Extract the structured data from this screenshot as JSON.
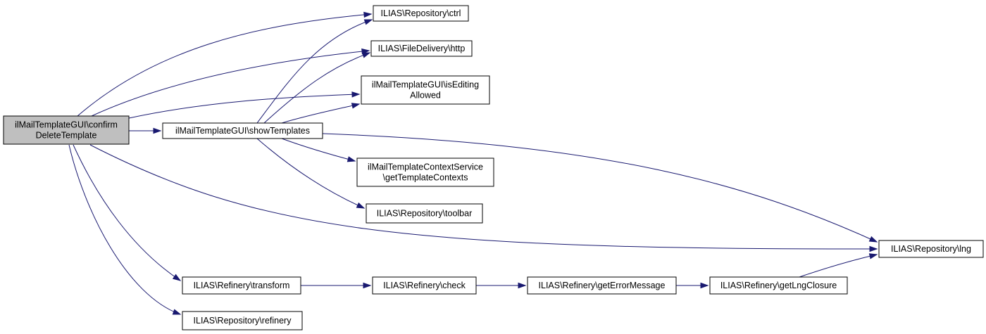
{
  "graph": {
    "nodes": {
      "root": [
        "ilMailTemplateGUI\\confirm",
        "DeleteTemplate"
      ],
      "ctrl": [
        "ILIAS\\Repository\\ctrl"
      ],
      "http": [
        "ILIAS\\FileDelivery\\http"
      ],
      "isEditing": [
        "ilMailTemplateGUI\\isEditing",
        "Allowed"
      ],
      "showTemplates": [
        "ilMailTemplateGUI\\showTemplates"
      ],
      "getTemplateContexts": [
        "ilMailTemplateContextService",
        "\\getTemplateContexts"
      ],
      "toolbar": [
        "ILIAS\\Repository\\toolbar"
      ],
      "lng": [
        "ILIAS\\Repository\\lng"
      ],
      "transform": [
        "ILIAS\\Refinery\\transform"
      ],
      "check": [
        "ILIAS\\Refinery\\check"
      ],
      "getErrorMessage": [
        "ILIAS\\Refinery\\getErrorMessage"
      ],
      "getLngClosure": [
        "ILIAS\\Refinery\\getLngClosure"
      ],
      "refinery": [
        "ILIAS\\Repository\\refinery"
      ]
    },
    "edges": [
      [
        "root",
        "ctrl"
      ],
      [
        "root",
        "http"
      ],
      [
        "root",
        "isEditing"
      ],
      [
        "root",
        "showTemplates"
      ],
      [
        "root",
        "lng"
      ],
      [
        "root",
        "transform"
      ],
      [
        "root",
        "refinery"
      ],
      [
        "showTemplates",
        "ctrl"
      ],
      [
        "showTemplates",
        "http"
      ],
      [
        "showTemplates",
        "isEditing"
      ],
      [
        "showTemplates",
        "getTemplateContexts"
      ],
      [
        "showTemplates",
        "toolbar"
      ],
      [
        "showTemplates",
        "lng"
      ],
      [
        "transform",
        "check"
      ],
      [
        "check",
        "getErrorMessage"
      ],
      [
        "getErrorMessage",
        "getLngClosure"
      ],
      [
        "getLngClosure",
        "lng"
      ]
    ]
  }
}
